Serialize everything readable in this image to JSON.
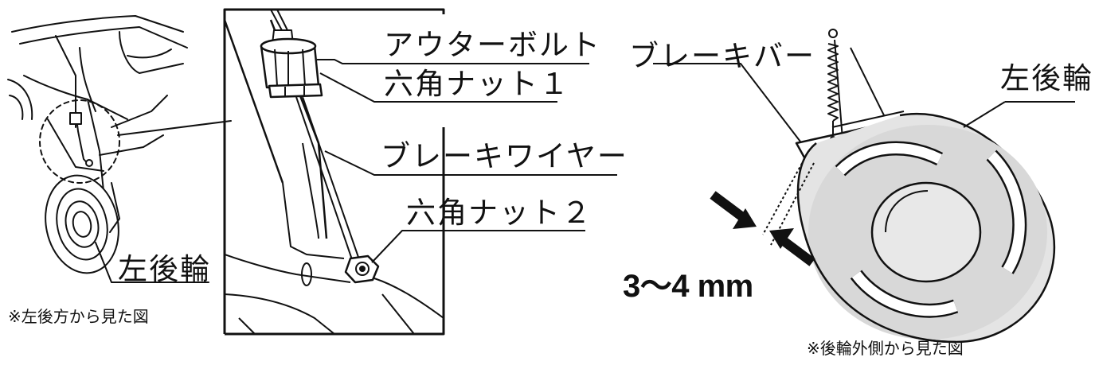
{
  "labels": {
    "outer_bolt": "アウターボルト",
    "hex_nut_1": "六角ナット１",
    "brake_wire": "ブレーキワイヤー",
    "hex_nut_2": "六角ナット２",
    "left_rear_wheel_left": "左後輪",
    "view_left_caption": "※左後方から見た図",
    "brake_bar": "ブレーキバー",
    "left_rear_wheel_right": "左後輪",
    "gap_dimension": "3〜4 mm",
    "view_right_caption": "※後輪外側から見た図"
  },
  "colors": {
    "line": "#111111",
    "wheel_fill": "#dcdcdc",
    "background": "#ffffff"
  }
}
